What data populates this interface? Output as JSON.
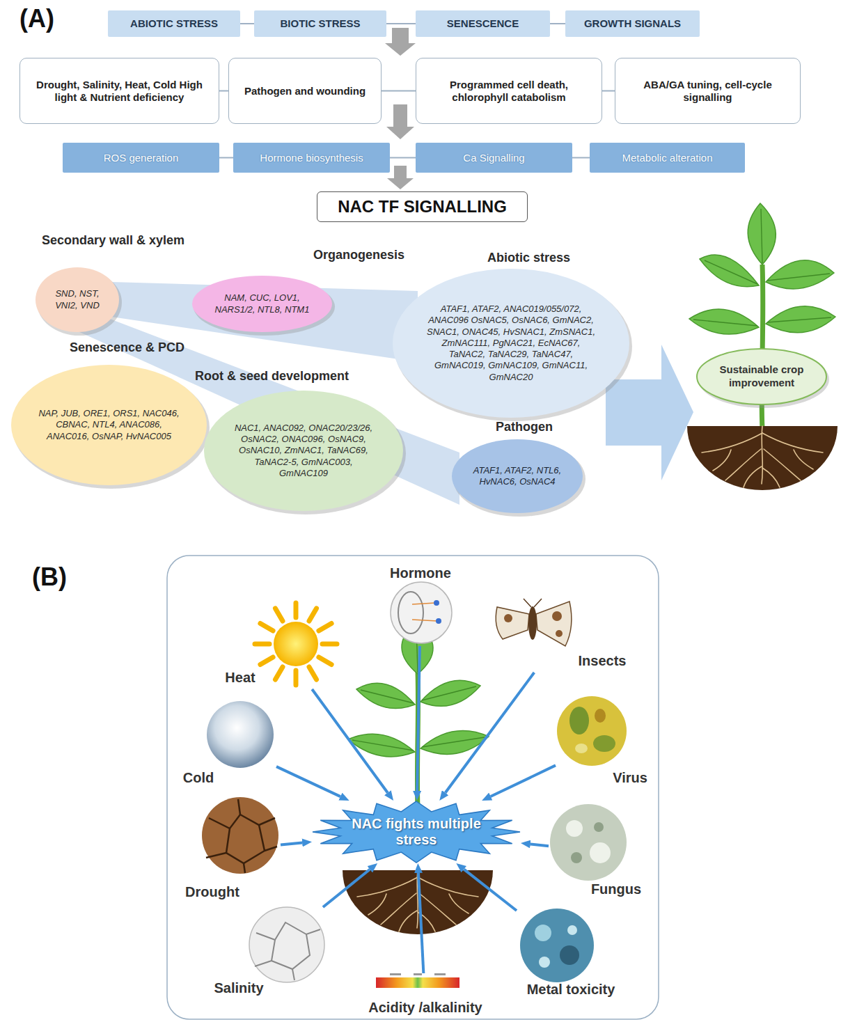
{
  "diagram": {
    "nodes": [
      {
        "text": [
          "ABIOTIC STRESS"
        ]
      },
      {
        "text": [
          "BIOTIC STRESS"
        ]
      },
      {
        "text": [
          "SENESCENCE"
        ]
      },
      {
        "text": [
          "GROWTH SIGNALS"
        ]
      },
      {
        "text": [
          "Drought, Salinity, Heat, Cold High light & Nutrient deficiency"
        ]
      },
      {
        "text": [
          "Pathogen and wounding"
        ]
      },
      {
        "text": [
          "Programmed cell death, chlorophyll catabolism"
        ]
      },
      {
        "text": [
          "ABA/GA tuning, cell-cycle signalling"
        ]
      },
      {
        "text": [
          "ROS generation"
        ]
      },
      {
        "text": [
          "Hormone biosynthesis"
        ]
      },
      {
        "text": [
          "Ca Signalling"
        ]
      },
      {
        "text": [
          "Metabolic alteration"
        ]
      },
      {
        "text": [
          "NAC TF SIGNALLING"
        ]
      },
      {
        "text": [
          "Secondary wall & xylem",
          "SND, NST, VNI2, VND"
        ]
      },
      {
        "text": [
          "Organogenesis",
          "NAM, CUC, LOV1, NARS1/2, NTL8, NTM1"
        ]
      },
      {
        "text": [
          "Abiotic stress",
          "ATAF1, ATAF2, ANAC019/055/072, ANAC096 OsNAC5, OsNAC6, GmNAC2, SNAC1, ONAC45, HvSNAC1, ZmSNAC1, ZmNAC111, PgNAC21, EcNAC67, TaNAC2, TaNAC29, TaNAC47, GmNAC019, GmNAC109, GmNAC11, GmNAC20"
        ]
      },
      {
        "text": [
          "Senescence & PCD",
          "NAP, JUB, ORE1, ORS1, NAC046, CBNAC, NTL4, ANAC086, ANAC016, OsNAP, HvNAC005"
        ]
      },
      {
        "text": [
          "Root & seed development",
          "NAC1, ANAC092, ONAC20/23/26, OsNAC2, ONAC096, OsNAC9, OsNAC10, ZmNAC1, TaNAC69, TaNAC2-5, GmNAC003, GmNAC109"
        ]
      },
      {
        "text": [
          "Pathogen",
          "ATAF1, ATAF2, NTL6, HvNAC6, OsNAC4"
        ]
      },
      {
        "text": [
          "Sustainable crop improvement"
        ]
      },
      {
        "text": [
          "Hormone"
        ]
      },
      {
        "text": [
          "Heat"
        ]
      },
      {
        "text": [
          "Insects"
        ]
      },
      {
        "text": [
          "Cold"
        ]
      },
      {
        "text": [
          "Virus"
        ]
      },
      {
        "text": [
          "NAC fights multiple stress"
        ]
      },
      {
        "text": [
          "Drought"
        ]
      },
      {
        "text": [
          "Fungus"
        ]
      },
      {
        "text": [
          "Salinity"
        ]
      },
      {
        "text": [
          "Metal toxicity"
        ]
      },
      {
        "text": [
          "Acidity /alkalinity"
        ]
      }
    ],
    "edges": [
      {
        "from": 0,
        "to": 1,
        "arrow": "none"
      },
      {
        "from": 1,
        "to": 2,
        "arrow": "none"
      },
      {
        "from": 2,
        "to": 3,
        "arrow": "none"
      },
      {
        "from": 4,
        "to": 5,
        "arrow": "none"
      },
      {
        "from": 5,
        "to": 6,
        "arrow": "none"
      },
      {
        "from": 6,
        "to": 7,
        "arrow": "none"
      },
      {
        "from": 8,
        "to": 9,
        "arrow": "none"
      },
      {
        "from": 9,
        "to": 10,
        "arrow": "none"
      },
      {
        "from": 10,
        "to": 11,
        "arrow": "none"
      },
      {
        "from": 20,
        "to": 25,
        "arrow": "to"
      },
      {
        "from": 21,
        "to": 25,
        "arrow": "to"
      },
      {
        "from": 22,
        "to": 25,
        "arrow": "to"
      },
      {
        "from": 23,
        "to": 25,
        "arrow": "to"
      },
      {
        "from": 24,
        "to": 25,
        "arrow": "to"
      },
      {
        "from": 26,
        "to": 25,
        "arrow": "to"
      },
      {
        "from": 27,
        "to": 25,
        "arrow": "to"
      },
      {
        "from": 28,
        "to": 25,
        "arrow": "to"
      },
      {
        "from": 29,
        "to": 25,
        "arrow": "to"
      },
      {
        "from": 30,
        "to": 25,
        "arrow": "to"
      }
    ],
    "labels": [
      "(A)",
      "(B)"
    ]
  }
}
